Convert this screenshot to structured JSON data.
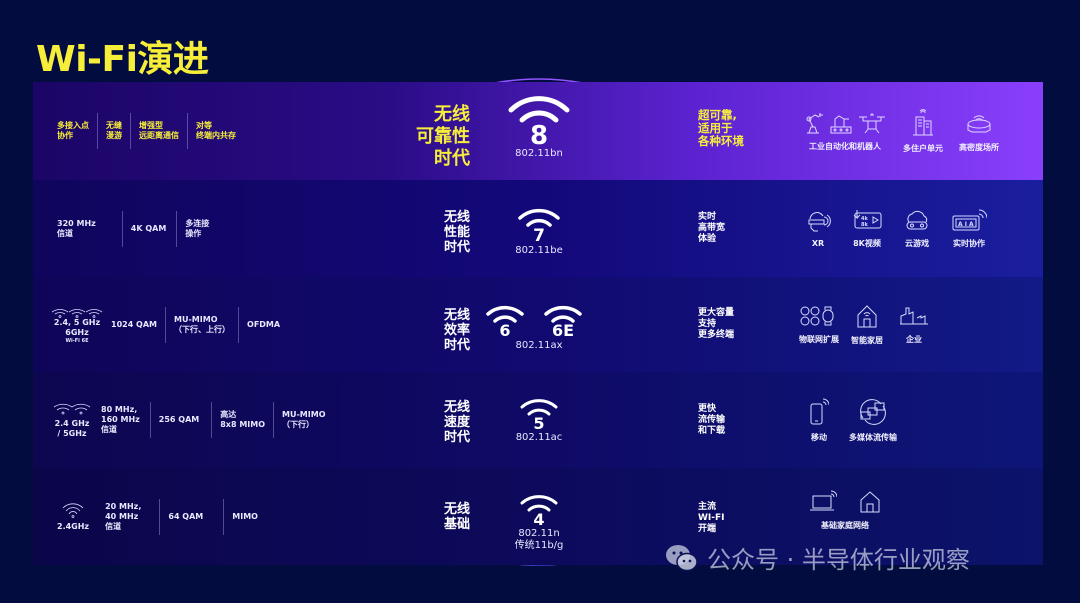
{
  "title": "Wi-Fi演进",
  "colors": {
    "background": "#020c3f",
    "title": "#f7ee3a",
    "top_row_start": "#1b0566",
    "top_row_end": "#8a3ffc",
    "circle_outer": "#8a4dff",
    "circle_inner": "#3a3fe0"
  },
  "rows": [
    {
      "features": [
        {
          "text": "多接入点\n协作"
        },
        {
          "text": "无缝\n漫游"
        },
        {
          "text": "增强型\n远距离通信"
        },
        {
          "text": "对等\n终端内共存"
        }
      ],
      "era": "无线\n可靠性\n时代",
      "generations": [
        {
          "num": "8",
          "std": "802.11bn"
        }
      ],
      "benefit": "超可靠,\n适用于\n各种环境",
      "use_cases": [
        {
          "label": "工业自动化和机器人",
          "icons": [
            "robot-arm-icon",
            "factory-line-icon",
            "drone-icon"
          ]
        },
        {
          "label": "多住户单元",
          "icons": [
            "apartment-building-icon"
          ]
        },
        {
          "label": "高密度场所",
          "icons": [
            "stadium-icon"
          ]
        }
      ]
    },
    {
      "features": [
        {
          "text": "320 MHz\n信道"
        },
        {
          "text": "4K QAM"
        },
        {
          "text": "多连接\n操作"
        }
      ],
      "era": "无线\n性能\n时代",
      "generations": [
        {
          "num": "7",
          "std": "802.11be"
        }
      ],
      "benefit": "实时\n高带宽\n体验",
      "use_cases": [
        {
          "label": "XR",
          "icons": [
            "vr-headset-icon"
          ]
        },
        {
          "label": "8K视频",
          "icons": [
            "video-8k-icon"
          ]
        },
        {
          "label": "云游戏",
          "icons": [
            "cloud-gaming-icon"
          ]
        },
        {
          "label": "实时协作",
          "icons": [
            "collaboration-screen-icon"
          ]
        }
      ]
    },
    {
      "band": {
        "lines": [
          "2.4, 5 GHz",
          "6GHz"
        ],
        "note": "Wi-Fi 6E"
      },
      "features": [
        {
          "text": "1024 QAM"
        },
        {
          "text": "MU-MIMO\n（下行、上行）"
        },
        {
          "text": "OFDMA"
        }
      ],
      "era": "无线\n效率\n时代",
      "generations": [
        {
          "num": "6",
          "std": ""
        },
        {
          "num": "6E",
          "std": ""
        }
      ],
      "shared_std": "802.11ax",
      "benefit": "更大容量\n支持\n更多终端",
      "use_cases": [
        {
          "label": "物联网扩展",
          "icons": [
            "iot-devices-icon"
          ]
        },
        {
          "label": "智能家居",
          "icons": [
            "smart-home-icon"
          ]
        },
        {
          "label": "企业",
          "icons": [
            "enterprise-factory-icon"
          ]
        }
      ]
    },
    {
      "band": {
        "lines": [
          "2.4  GHz",
          "/ 5GHz"
        ],
        "note": ""
      },
      "features": [
        {
          "text": "80 MHz,\n160 MHz\n信道"
        },
        {
          "text": "256 QAM"
        },
        {
          "text": "高达\n8x8 MIMO"
        },
        {
          "text": "MU-MIMO\n（下行）"
        }
      ],
      "era": "无线\n速度\n时代",
      "generations": [
        {
          "num": "5",
          "std": "802.11ac"
        }
      ],
      "benefit": "更快\n流传输\n和下载",
      "use_cases": [
        {
          "label": "移动",
          "icons": [
            "smartphone-icon"
          ]
        },
        {
          "label": "多媒体流传输",
          "icons": [
            "media-streaming-icon"
          ]
        }
      ]
    },
    {
      "band": {
        "lines": [
          "2.4GHz"
        ],
        "note": ""
      },
      "features": [
        {
          "text": "20 MHz,\n40 MHz\n信道"
        },
        {
          "text": "64 QAM"
        },
        {
          "text": "MIMO"
        }
      ],
      "era": "无线\n基础",
      "generations": [
        {
          "num": "4",
          "std": "802.11n"
        }
      ],
      "legacy": "传统11b/g",
      "benefit": "主流\nWI-FI\n开端",
      "use_cases": [
        {
          "label": "基础家庭网络",
          "icons": [
            "laptop-wifi-icon",
            "home-icon"
          ]
        }
      ]
    }
  ],
  "watermark": "公众号 · 半导体行业观察"
}
